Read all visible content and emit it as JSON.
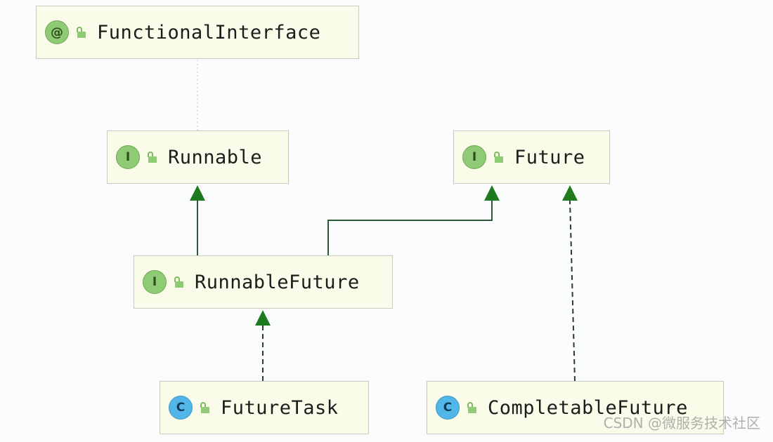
{
  "nodes": {
    "functional_interface": {
      "label": "FunctionalInterface",
      "badge": "@",
      "kind": "annotation",
      "icon": "annotation-icon"
    },
    "runnable": {
      "label": "Runnable",
      "badge": "I",
      "kind": "interface",
      "icon": "interface-icon"
    },
    "future": {
      "label": "Future",
      "badge": "I",
      "kind": "interface",
      "icon": "interface-icon"
    },
    "runnable_future": {
      "label": "RunnableFuture",
      "badge": "I",
      "kind": "interface",
      "icon": "interface-icon"
    },
    "future_task": {
      "label": "FutureTask",
      "badge": "C",
      "kind": "class",
      "icon": "class-icon"
    },
    "completable_future": {
      "label": "CompletableFuture",
      "badge": "C",
      "kind": "class",
      "icon": "class-icon"
    }
  },
  "edges": [
    {
      "from": "runnable",
      "to": "functional_interface",
      "style": "dotted"
    },
    {
      "from": "runnable_future",
      "to": "runnable",
      "style": "solid"
    },
    {
      "from": "runnable_future",
      "to": "future",
      "style": "solid"
    },
    {
      "from": "future_task",
      "to": "runnable_future",
      "style": "dashed"
    },
    {
      "from": "completable_future",
      "to": "future",
      "style": "dashed"
    }
  ],
  "colors": {
    "node_fill": "#fbfbe9",
    "arrow": "#2a7d2a",
    "interface_badge": "#8fca74",
    "class_badge": "#52b6e8"
  },
  "watermark": "CSDN @微服务技术社区"
}
